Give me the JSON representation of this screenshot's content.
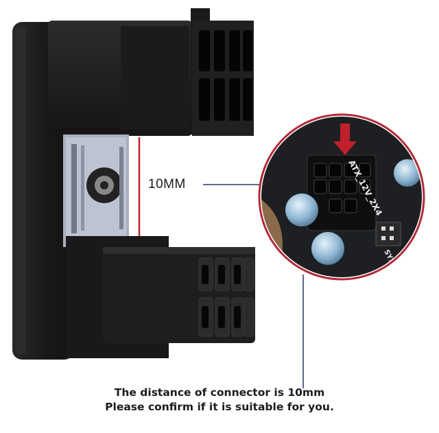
{
  "dimension_label": "10MM",
  "caption": {
    "line1": "The distance of connector is 10mm",
    "line2": "Please confirm if it is suitable for you."
  },
  "board_text": {
    "atx": "ATX_12V_2X4",
    "fan": "SYS_FAN"
  },
  "colors": {
    "connector_body": "#1c1c1c",
    "accent_red": "#c0202a",
    "leader_line": "#2a3560",
    "circle_border": "#b22a38",
    "pcb": "#1d1f23"
  }
}
